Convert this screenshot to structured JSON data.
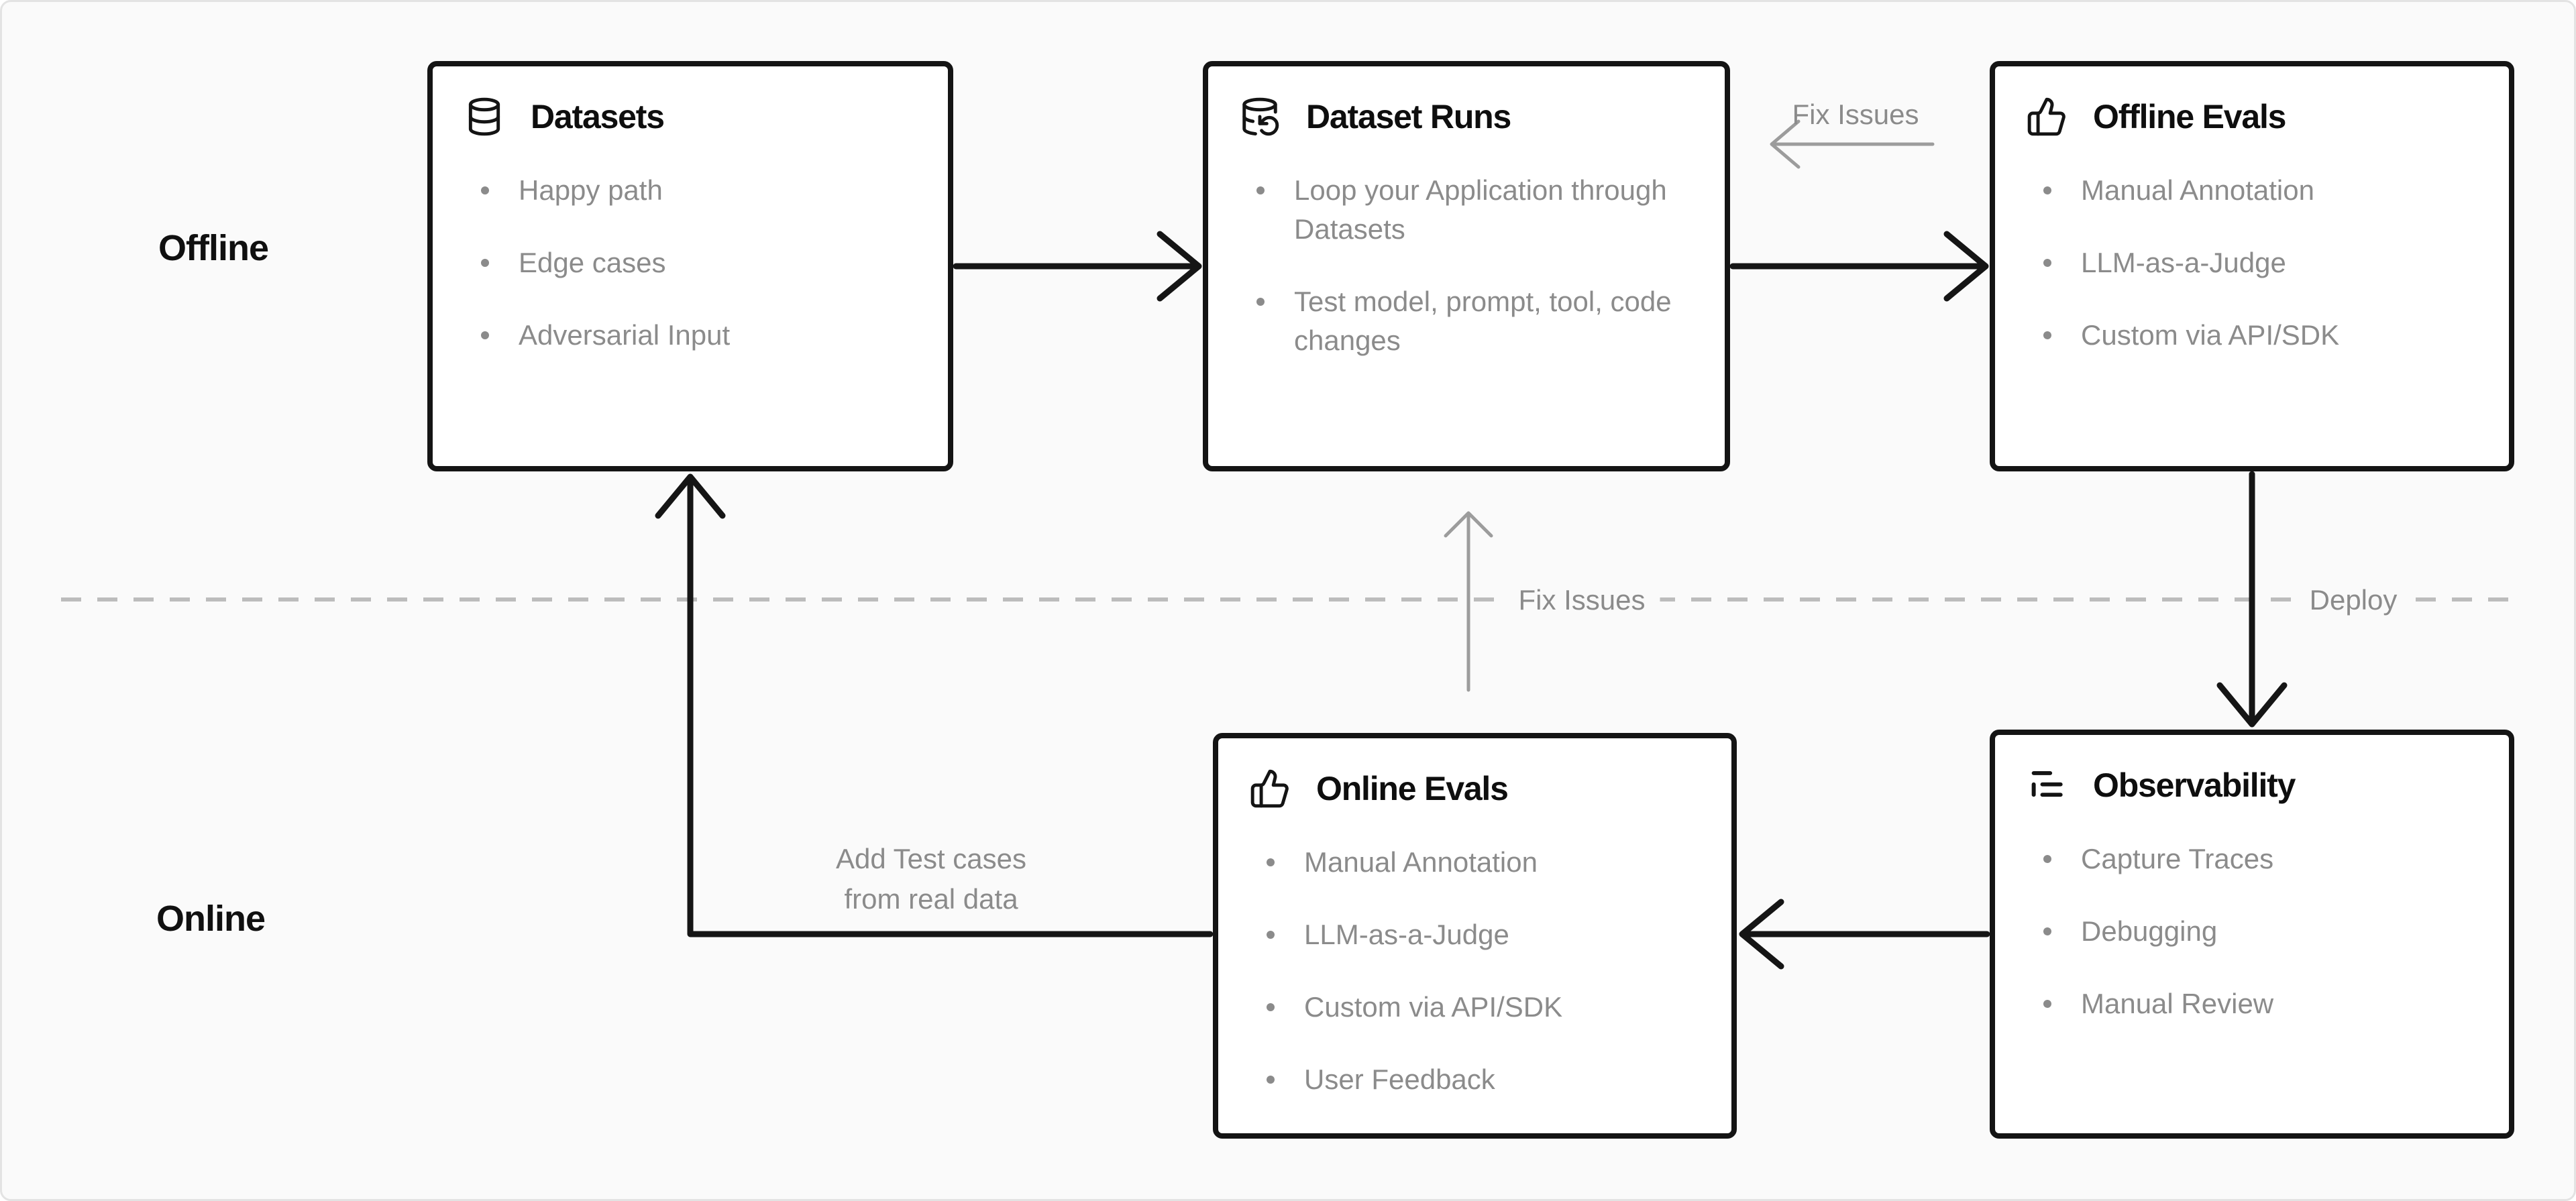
{
  "page": {
    "background": "#fafafa",
    "box_background": "#ffffff",
    "box_border_color": "#141414",
    "title_color": "#0e0e0e",
    "bullet_text_color": "#8b8b8b",
    "black_arrow_color": "#151515",
    "gray_arrow_color": "#9c9c9c",
    "dashed_divider_color": "#bcbcbc"
  },
  "sections": {
    "offline_label": "Offline",
    "online_label": "Online"
  },
  "boxes": [
    {
      "id": "datasets",
      "icon": "database-icon",
      "title": "Datasets",
      "items": [
        "Happy path",
        "Edge cases",
        "Adversarial Input"
      ]
    },
    {
      "id": "dataset-runs",
      "icon": "database-refresh-icon",
      "title": "Dataset Runs",
      "items": [
        "Loop your Application through Datasets",
        "Test model, prompt, tool, code changes"
      ]
    },
    {
      "id": "offline-evals",
      "icon": "thumbs-up-icon",
      "title": "Offline Evals",
      "items": [
        "Manual Annotation",
        "LLM-as-a-Judge",
        "Custom via API/SDK"
      ]
    },
    {
      "id": "online-evals",
      "icon": "thumbs-up-icon",
      "title": "Online Evals",
      "items": [
        "Manual Annotation",
        "LLM-as-a-Judge",
        "Custom via API/SDK",
        "User Feedback"
      ]
    },
    {
      "id": "observability",
      "icon": "trace-list-icon",
      "title": "Observability",
      "items": [
        "Capture Traces",
        "Debugging",
        "Manual Review"
      ]
    }
  ],
  "edges": {
    "fix_issues_top": "Fix Issues",
    "fix_issues_mid": "Fix Issues",
    "deploy": "Deploy",
    "add_test_cases": "Add Test cases from real data",
    "add_test_cases_line1": "Add Test cases",
    "add_test_cases_line2": "from real data"
  }
}
